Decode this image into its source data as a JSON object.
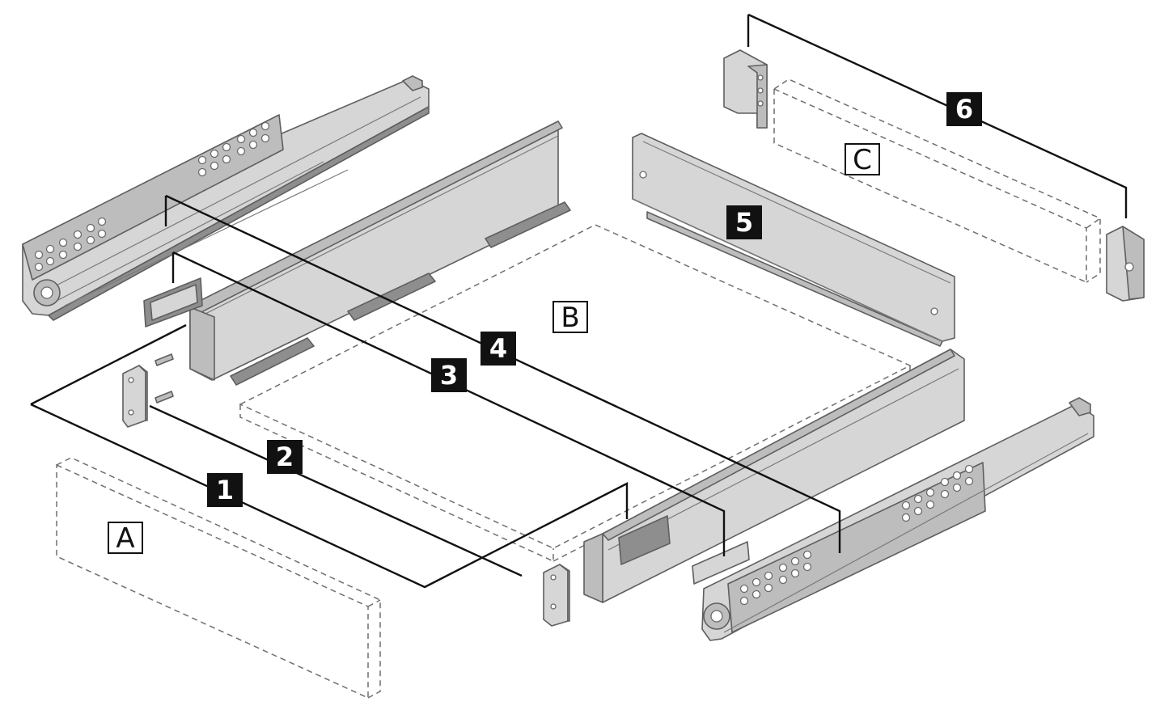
{
  "callouts": [
    {
      "id": "1",
      "label": "1"
    },
    {
      "id": "2",
      "label": "2"
    },
    {
      "id": "3",
      "label": "3"
    },
    {
      "id": "4",
      "label": "4"
    },
    {
      "id": "5",
      "label": "5"
    },
    {
      "id": "6",
      "label": "6"
    }
  ],
  "panel_labels": [
    {
      "id": "A",
      "label": "A"
    },
    {
      "id": "B",
      "label": "B"
    },
    {
      "id": "C",
      "label": "C"
    }
  ],
  "colors": {
    "callout_fill": "#111111",
    "callout_text": "#ffffff",
    "metal_light": "#d6d6d6",
    "metal_mid": "#bdbdbd",
    "metal_dark": "#8e8e8e",
    "dashed_outline": "#6f6f6f"
  }
}
